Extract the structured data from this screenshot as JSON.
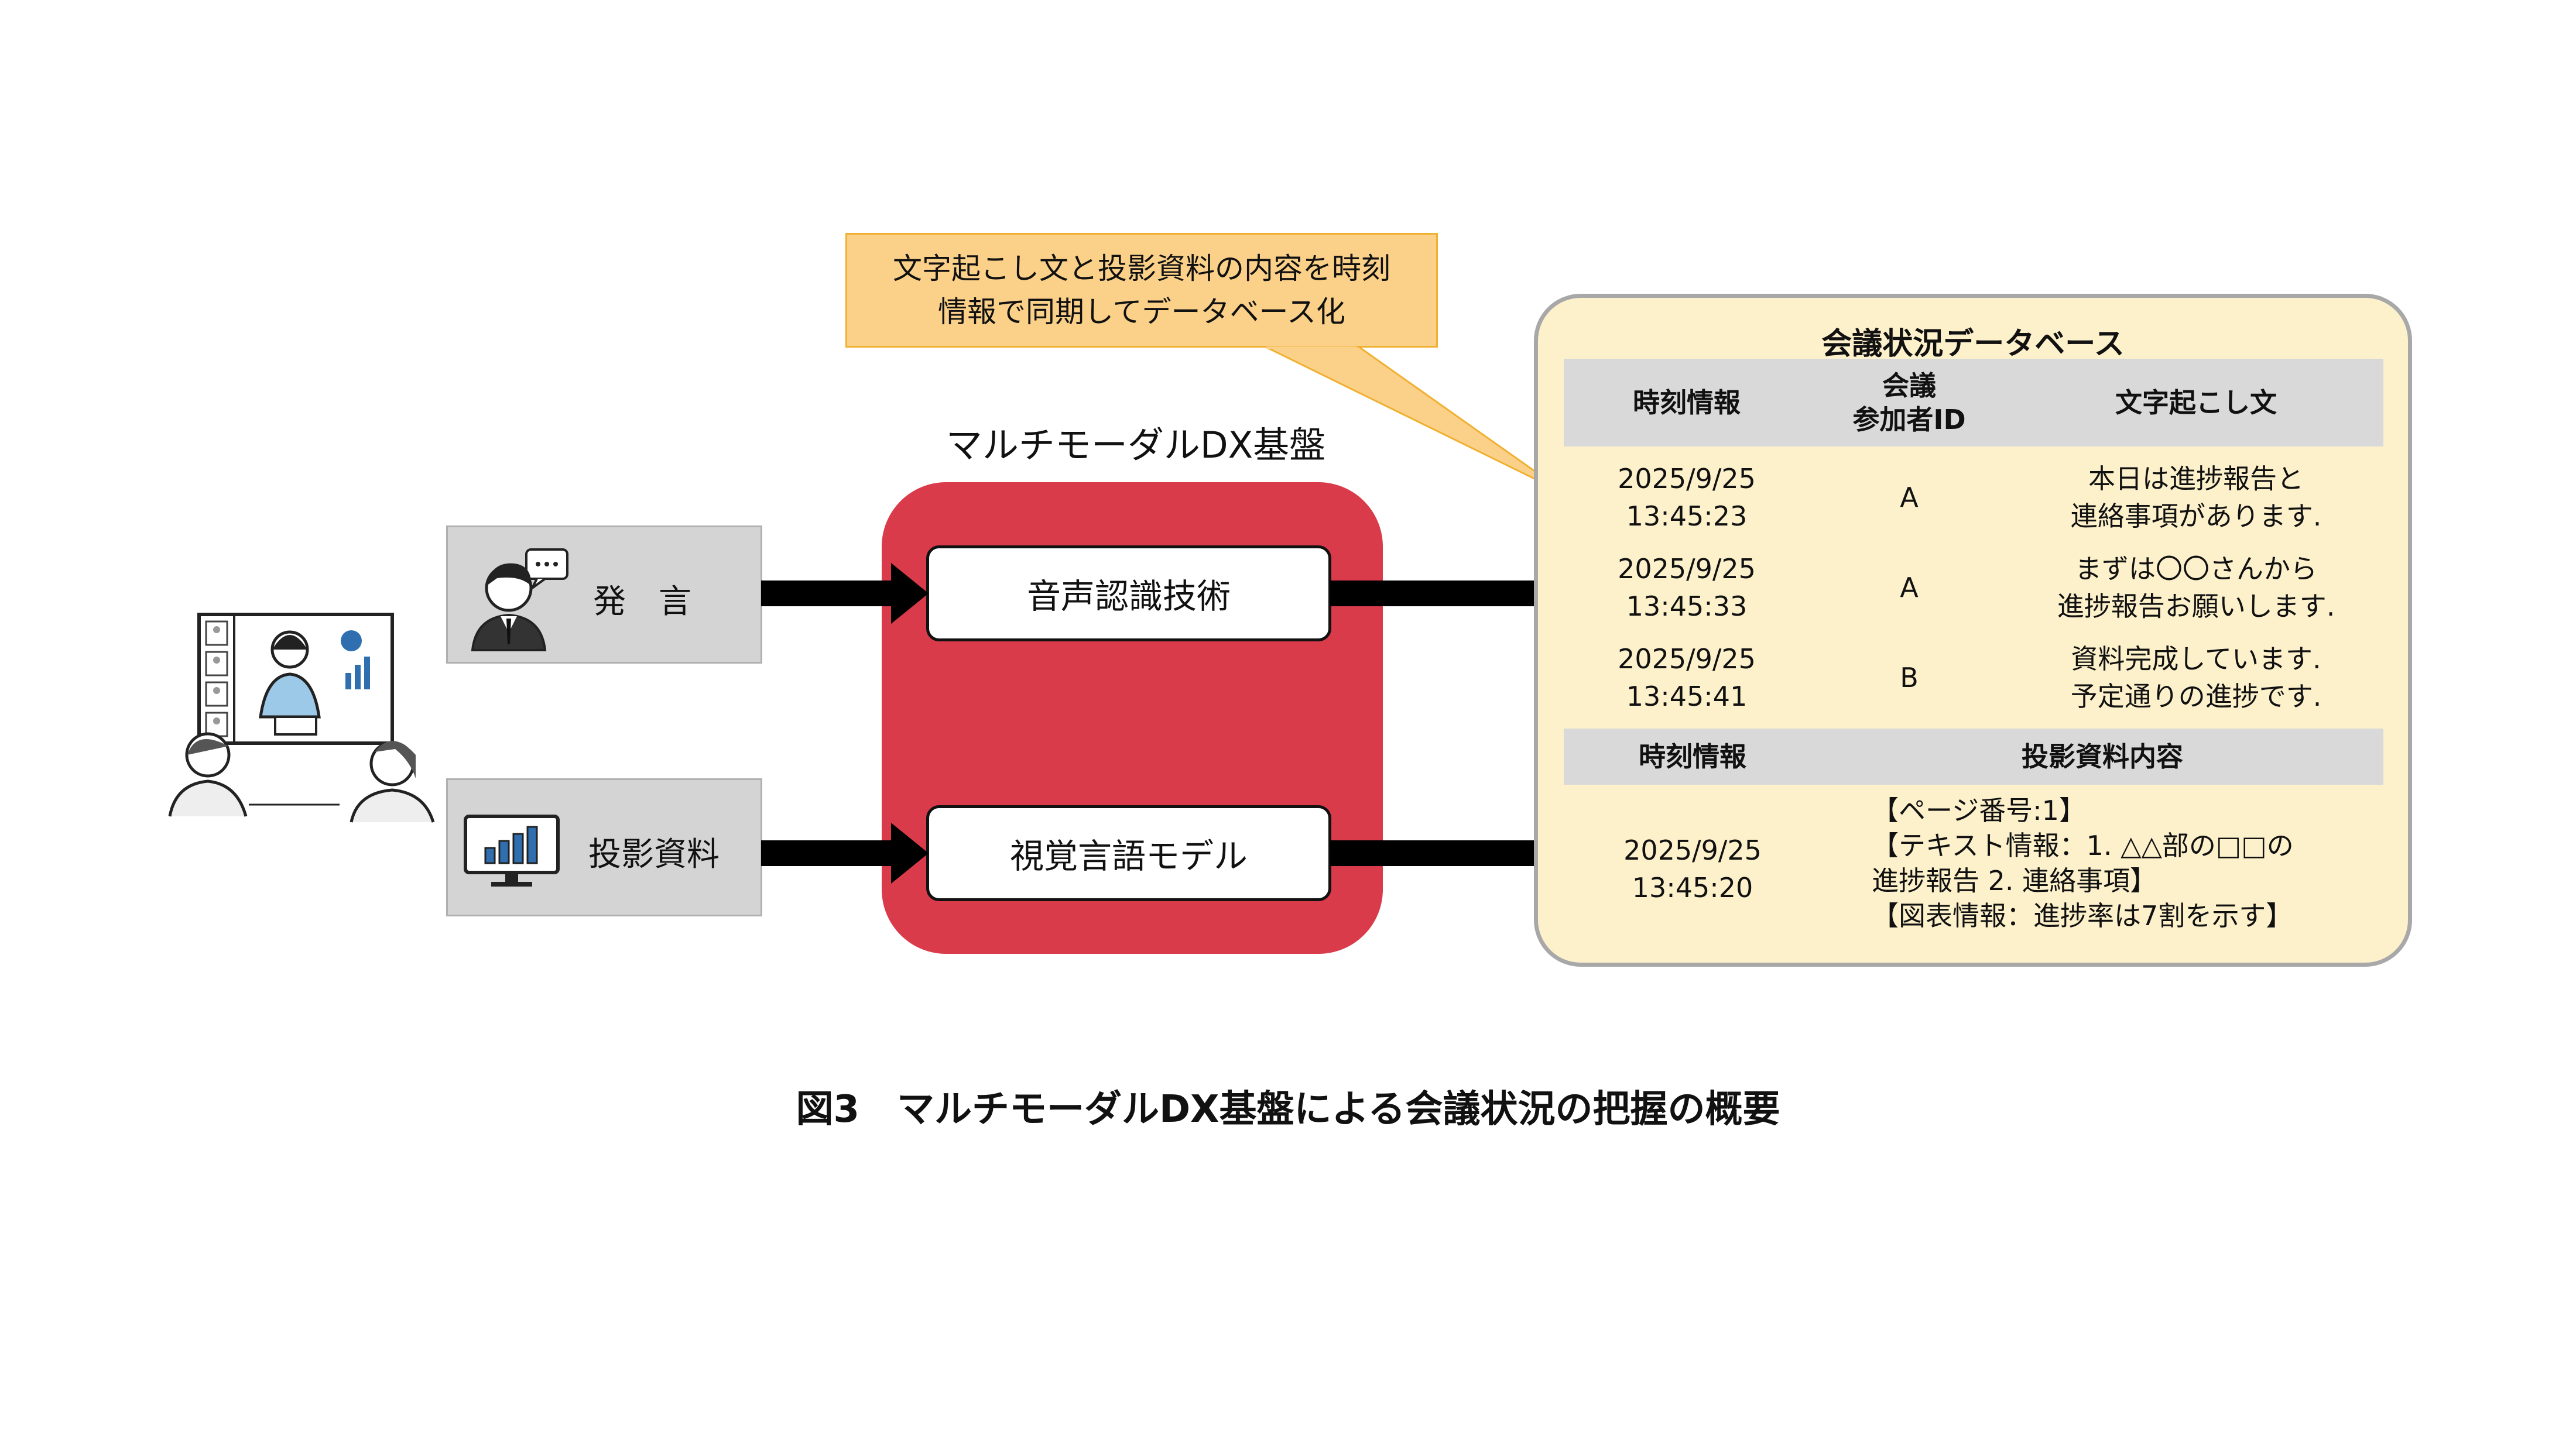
{
  "platform": {
    "title": "マルチモーダルDX基盤",
    "color": "#d93b4a"
  },
  "inputs": [
    {
      "label": "発　言",
      "icon": "businessman-speech-icon"
    },
    {
      "label": "投影資料",
      "icon": "monitor-chart-icon"
    }
  ],
  "processes": [
    "音声認識技術",
    "視覚言語モデル"
  ],
  "callout": {
    "line1": "文字起こし文と投影資料の内容を時刻",
    "line2": "情報で同期してデータベース化"
  },
  "database": {
    "title": "会議状況データベース",
    "speech_headers": [
      "時刻情報",
      "会議\n参加者ID",
      "文字起こし文"
    ],
    "speech_rows": [
      {
        "time": "2025/9/25\n13:45:23",
        "participant": "A",
        "text": "本日は進捗報告と\n連絡事項があります."
      },
      {
        "time": "2025/9/25\n13:45:33",
        "participant": "A",
        "text": "まずは〇〇さんから\n進捗報告お願いします."
      },
      {
        "time": "2025/9/25\n13:45:41",
        "participant": "B",
        "text": "資料完成しています.\n予定通りの進捗です."
      }
    ],
    "slide_headers": [
      "時刻情報",
      "投影資料内容"
    ],
    "slide_rows": [
      {
        "time": "2025/9/25\n13:45:20",
        "lines": [
          "【ページ番号:1】",
          "【テキスト情報：1. △△部の□□の",
          "進捗報告 2. 連絡事項】",
          "【図表情報：進捗率は7割を示す】"
        ]
      }
    ]
  },
  "caption": "図3　マルチモーダルDX基盤による会議状況の把握の概要"
}
